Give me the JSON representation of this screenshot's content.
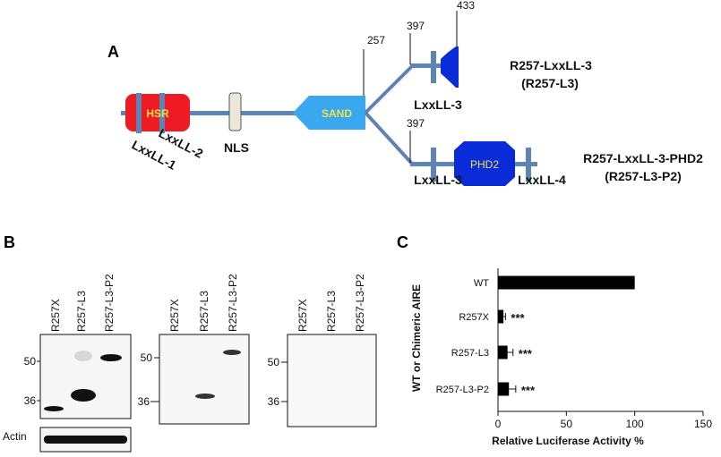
{
  "panel_a": {
    "letter": "A",
    "domains": {
      "hsr": "HSR",
      "nls": "NLS",
      "sand": "SAND",
      "phd2": "PHD2"
    },
    "motifs": {
      "lxxll1": "LxxLL-1",
      "lxxll2": "LxxLL-2",
      "lxxll3_top": "LxxLL-3",
      "lxxll3_bottom": "LxxLL-3",
      "lxxll4": "LxxLL-4"
    },
    "positions": {
      "p257": "257",
      "p397_top": "397",
      "p433": "433",
      "p397_bottom": "397"
    },
    "constructs": {
      "top_name": "R257-LxxLL-3",
      "top_abbr": "(R257-L3)",
      "bottom_name": "R257-LxxLL-3-PHD2",
      "bottom_abbr": "(R257-L3-P2)"
    },
    "colors": {
      "hsr": "#ee1b24",
      "nls": "#ebe8da",
      "sand": "#3aa8f0",
      "phd2": "#0a2cd8",
      "backbone": "#5c84b4",
      "motif": "#5c84b4",
      "domain_text": "#f0e14a"
    }
  },
  "panel_b": {
    "letter": "B",
    "blots": [
      {
        "lanes": [
          "R257X",
          "R257-L3",
          "R257-L3-P2"
        ],
        "markers": [
          "50",
          "36"
        ]
      },
      {
        "lanes": [
          "R257X",
          "R257-L3",
          "R257-L3-P2"
        ],
        "markers": [
          "50",
          "36"
        ]
      },
      {
        "lanes": [
          "R257X",
          "R257-L3",
          "R257-L3-P2"
        ],
        "markers": [
          "50",
          "36"
        ]
      }
    ],
    "loading_control": "Actin"
  },
  "panel_c": {
    "letter": "C"
  },
  "chart_data": {
    "type": "bar",
    "orientation": "horizontal",
    "categories": [
      "WT",
      "R257X",
      "R257-L3",
      "R257-L3-P2"
    ],
    "values": [
      100,
      4,
      7,
      8
    ],
    "errors": [
      0,
      1.5,
      4,
      5
    ],
    "annotations": [
      "",
      "***",
      "***",
      "***"
    ],
    "xlabel": "Relative Luciferase Activity %",
    "ylabel": "WT or Chimeric AIRE",
    "xlim": [
      0,
      150
    ],
    "xticks": [
      "0",
      "50",
      "100",
      "150"
    ],
    "grid": false,
    "bar_color": "#000000"
  }
}
